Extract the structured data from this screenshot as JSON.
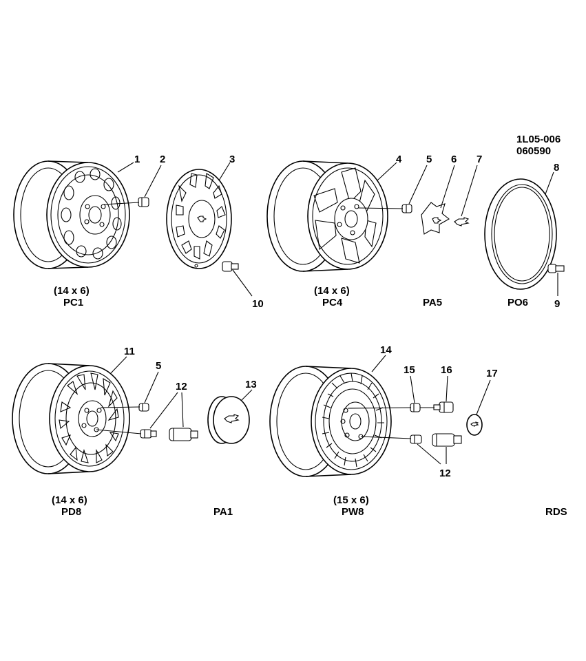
{
  "drawing_ref": {
    "line1": "1L05-006",
    "line2": "060590"
  },
  "callouts": [
    "1",
    "2",
    "3",
    "4",
    "5",
    "6",
    "7",
    "8",
    "9",
    "10",
    "11",
    "5",
    "12",
    "13",
    "14",
    "15",
    "16",
    "17",
    "12"
  ],
  "captions": {
    "pc1_size": "(14 x 6)",
    "pc1_code": "PC1",
    "pc4_size": "(14 x 6)",
    "pc4_code": "PC4",
    "pa5_code": "PA5",
    "po6_code": "PO6",
    "pd8_size": "(14 x 6)",
    "pd8_code": "PD8",
    "pa1_code": "PA1",
    "pw8_size": "(15 x 6)",
    "pw8_code": "PW8",
    "rds_code": "RDS"
  }
}
